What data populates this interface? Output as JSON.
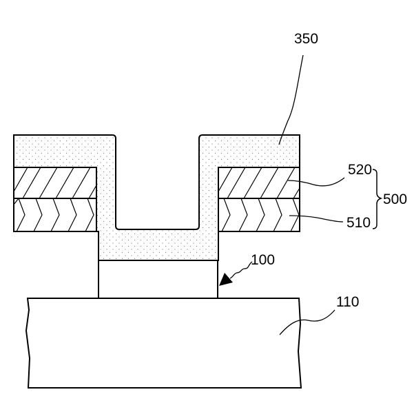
{
  "labels": {
    "dielectric_layer": "350",
    "upper_layer": "520",
    "lower_layer": "510",
    "layer_stack": "500",
    "pattern": "100",
    "substrate": "110"
  }
}
